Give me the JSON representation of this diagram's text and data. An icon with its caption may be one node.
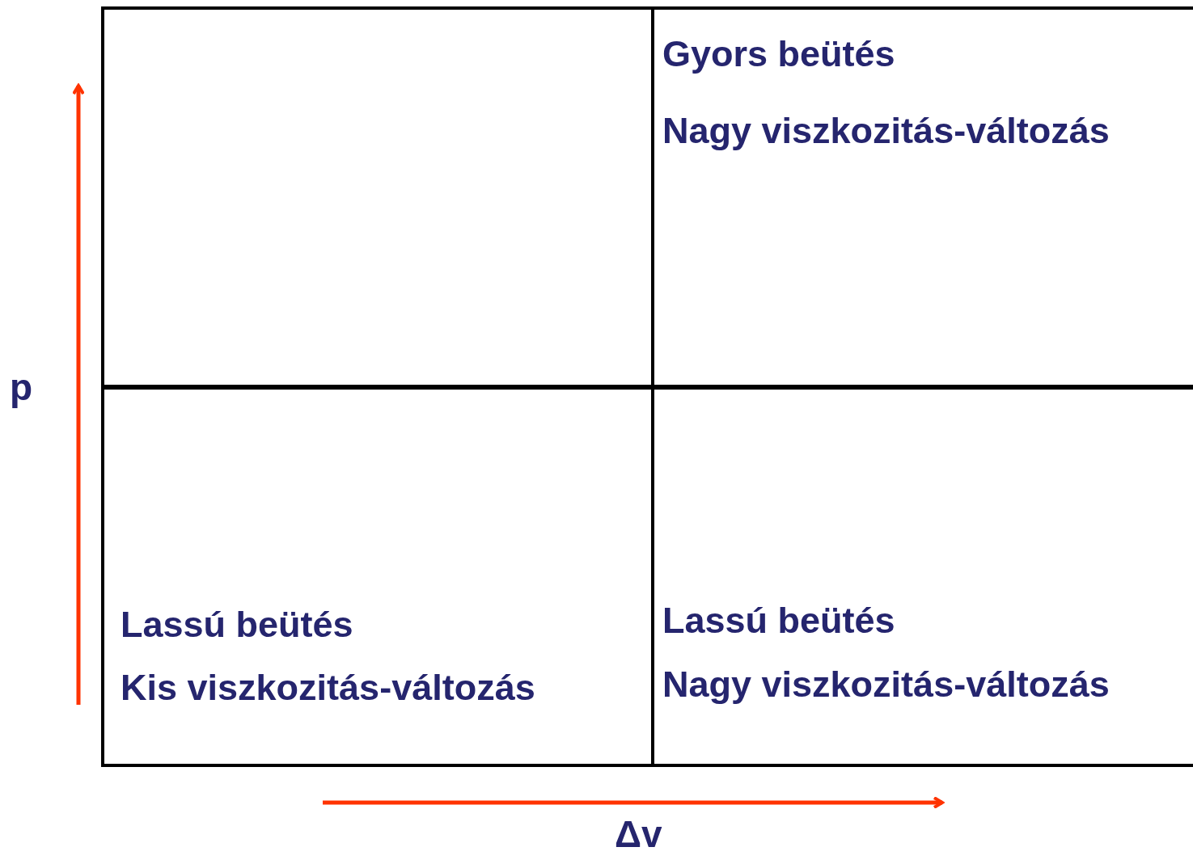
{
  "diagram": {
    "nodes": [
      {
        "text": [],
        "shape": "box"
      },
      {
        "text": [
          "Gyors beütés",
          "Nagy viszkozitás-változás"
        ]
      },
      {
        "text": [
          "Lassú beütés",
          "Kis viszkozitás-változás"
        ]
      },
      {
        "text": [
          "Lassú beütés",
          "Nagy viszkozitás-változás"
        ]
      }
    ],
    "edges": [],
    "labels": [
      "p",
      "Δv"
    ]
  }
}
